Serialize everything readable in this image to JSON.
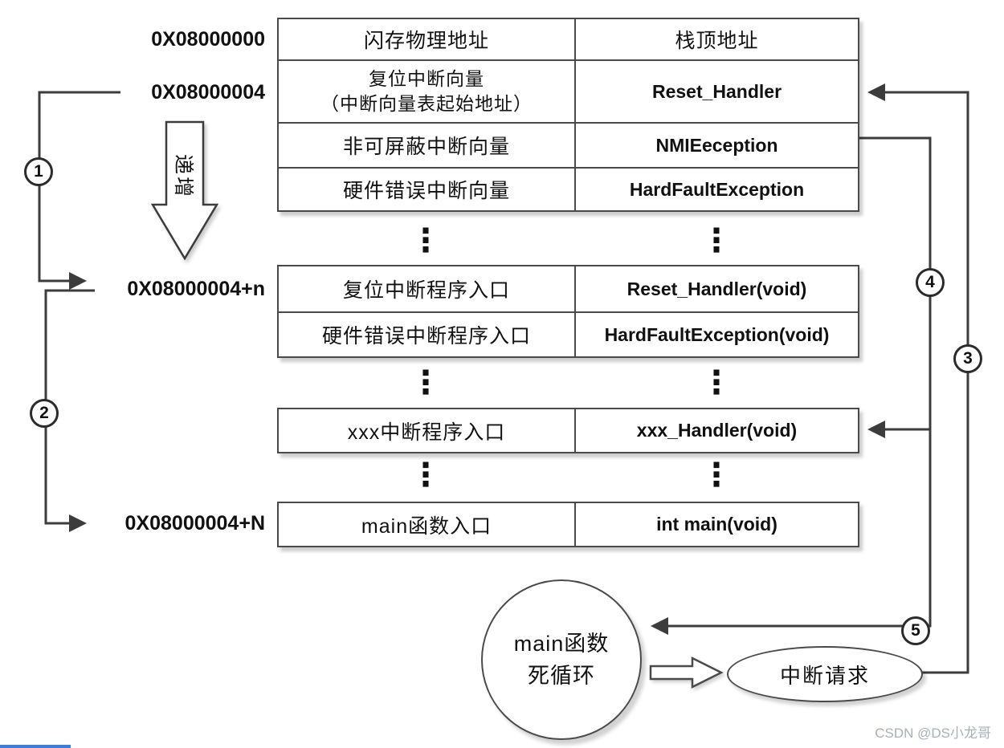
{
  "addresses": [
    "0X08000000",
    "0X08000004",
    "0X08000004+n",
    "0X08000004+N"
  ],
  "labels": {
    "increase": "递增",
    "ellipsis": "⋮"
  },
  "steps": [
    "1",
    "2",
    "3",
    "4",
    "5"
  ],
  "table": {
    "rows": [
      {
        "left": "闪存物理地址",
        "right": "栈顶地址"
      },
      {
        "left_line1": "复位中断向量",
        "left_line2": "（中断向量表起始地址）",
        "right": "Reset_Handler"
      },
      {
        "left": "非可屏蔽中断向量",
        "right": "NMIEeception"
      },
      {
        "left": "硬件错误中断向量",
        "right": "HardFaultException"
      },
      {
        "left": "复位中断程序入口",
        "right": "Reset_Handler(void)"
      },
      {
        "left": "硬件错误中断程序入口",
        "right": "HardFaultException(void)"
      },
      {
        "left": "xxx中断程序入口",
        "right": "xxx_Handler(void)"
      },
      {
        "left": "main函数入口",
        "right": "int main(void)"
      }
    ]
  },
  "bottom": {
    "circle_line1": "main函数",
    "circle_line2": "死循环",
    "ellipse_label": "中断请求"
  },
  "watermark": "CSDN @DS小龙哥",
  "colors": {
    "line": "#3c3c3c",
    "text": "#111111",
    "watermark": "#a9b0b8"
  }
}
